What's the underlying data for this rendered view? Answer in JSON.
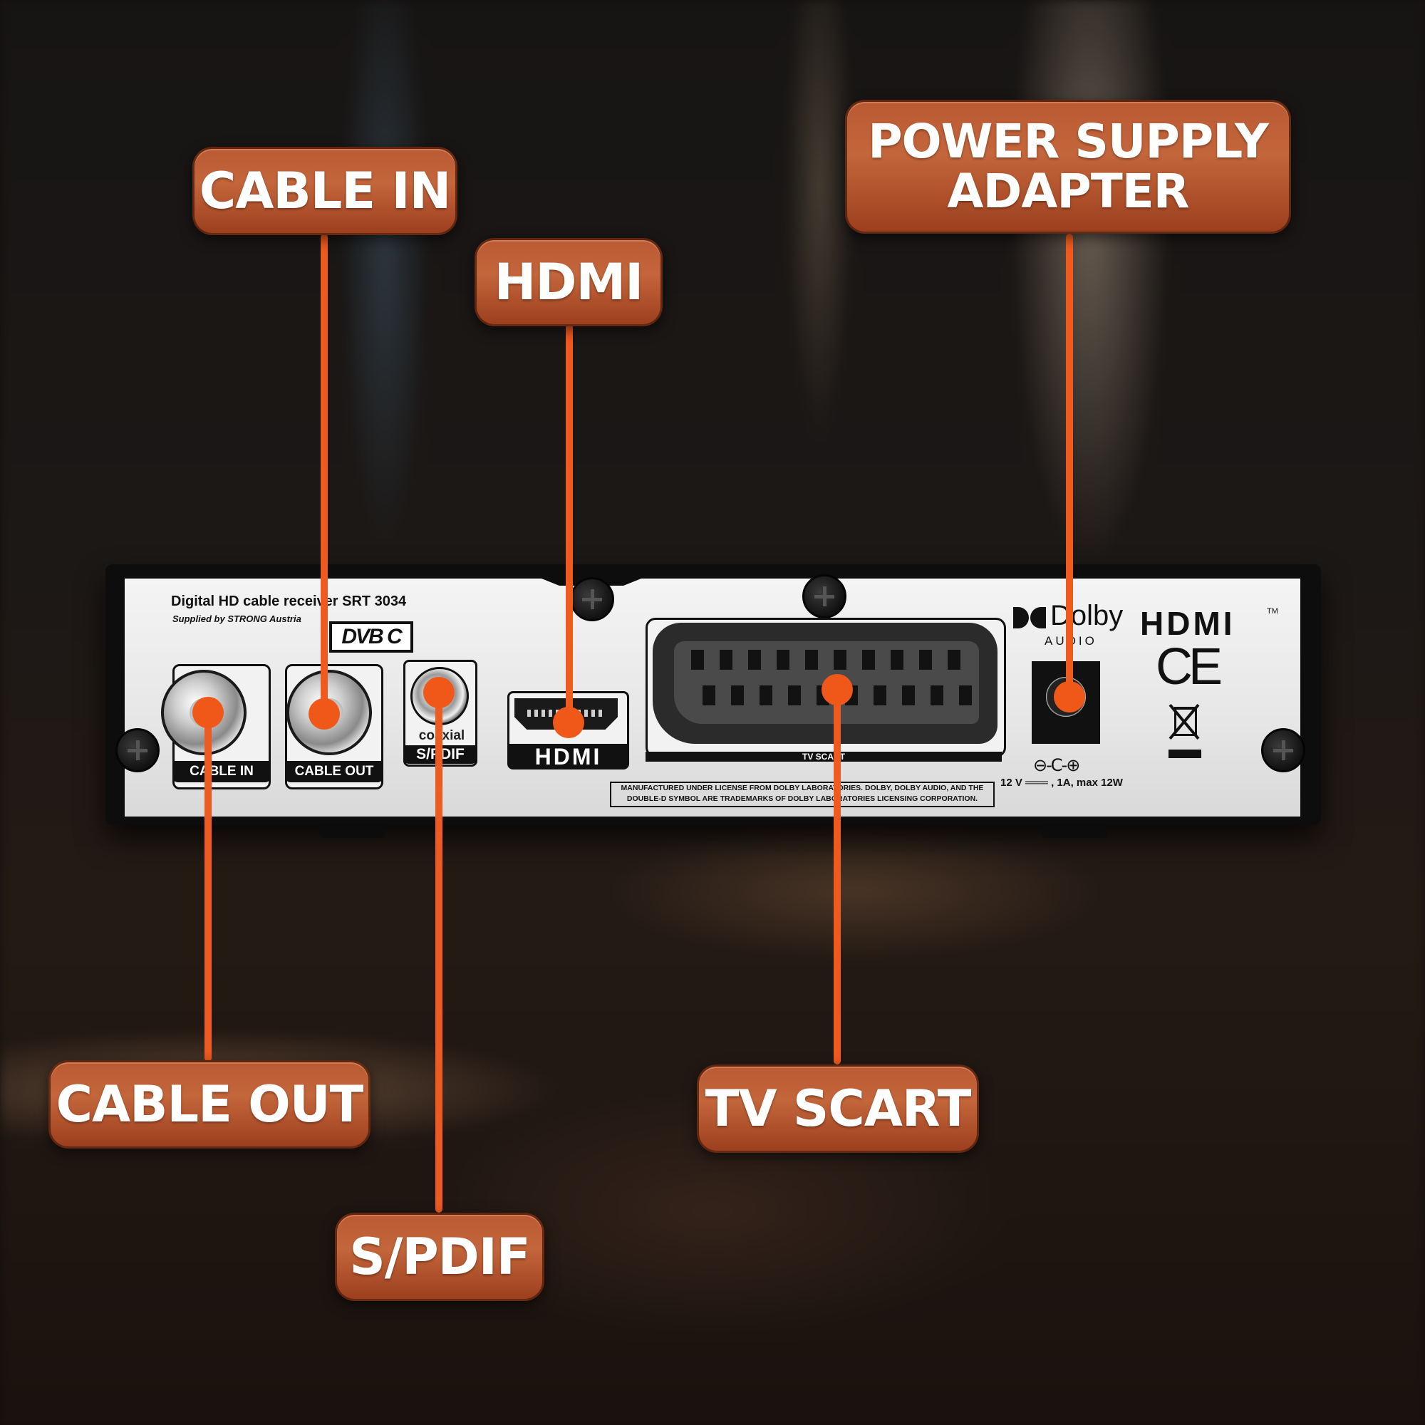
{
  "device": {
    "model": "Digital HD cable receiver SRT 3034",
    "supplier": "Supplied by STRONG Austria",
    "standard_logo": "DVB C",
    "ports": {
      "cable_in": "CABLE IN",
      "cable_out": "CABLE OUT",
      "coaxial": "coaxial",
      "spdif": "S/PDIF",
      "hdmi": "HDMI",
      "tv_scart": "TV SCART"
    },
    "license_text": [
      "MANUFACTURED UNDER LICENSE FROM DOLBY LABORATORIES. DOLBY, DOLBY AUDIO, AND THE",
      "DOUBLE-D SYMBOL ARE TRADEMARKS OF DOLBY LABORATORIES LICENSING CORPORATION."
    ],
    "dolby_word": "Dolby",
    "dolby_audio": "AUDIO",
    "hdmi_logo": "HDMI",
    "hdmi_tm": "TM",
    "ce_mark": "CE",
    "polarity": "⊖-C-⊕",
    "power_spec": "12 V ═══ , 1A, max 12W"
  },
  "callouts": {
    "cable_in": "CABLE IN",
    "hdmi": "HDMI",
    "power_supply_line1": "POWER SUPPLY",
    "power_supply_line2": "ADAPTER",
    "cable_out": "CABLE OUT",
    "tv_scart": "TV SCART",
    "spdif": "S/PDIF"
  },
  "colors": {
    "callout_fill": "#b95a34",
    "leader_line": "#ef5a1f",
    "panel": "#ececec"
  }
}
